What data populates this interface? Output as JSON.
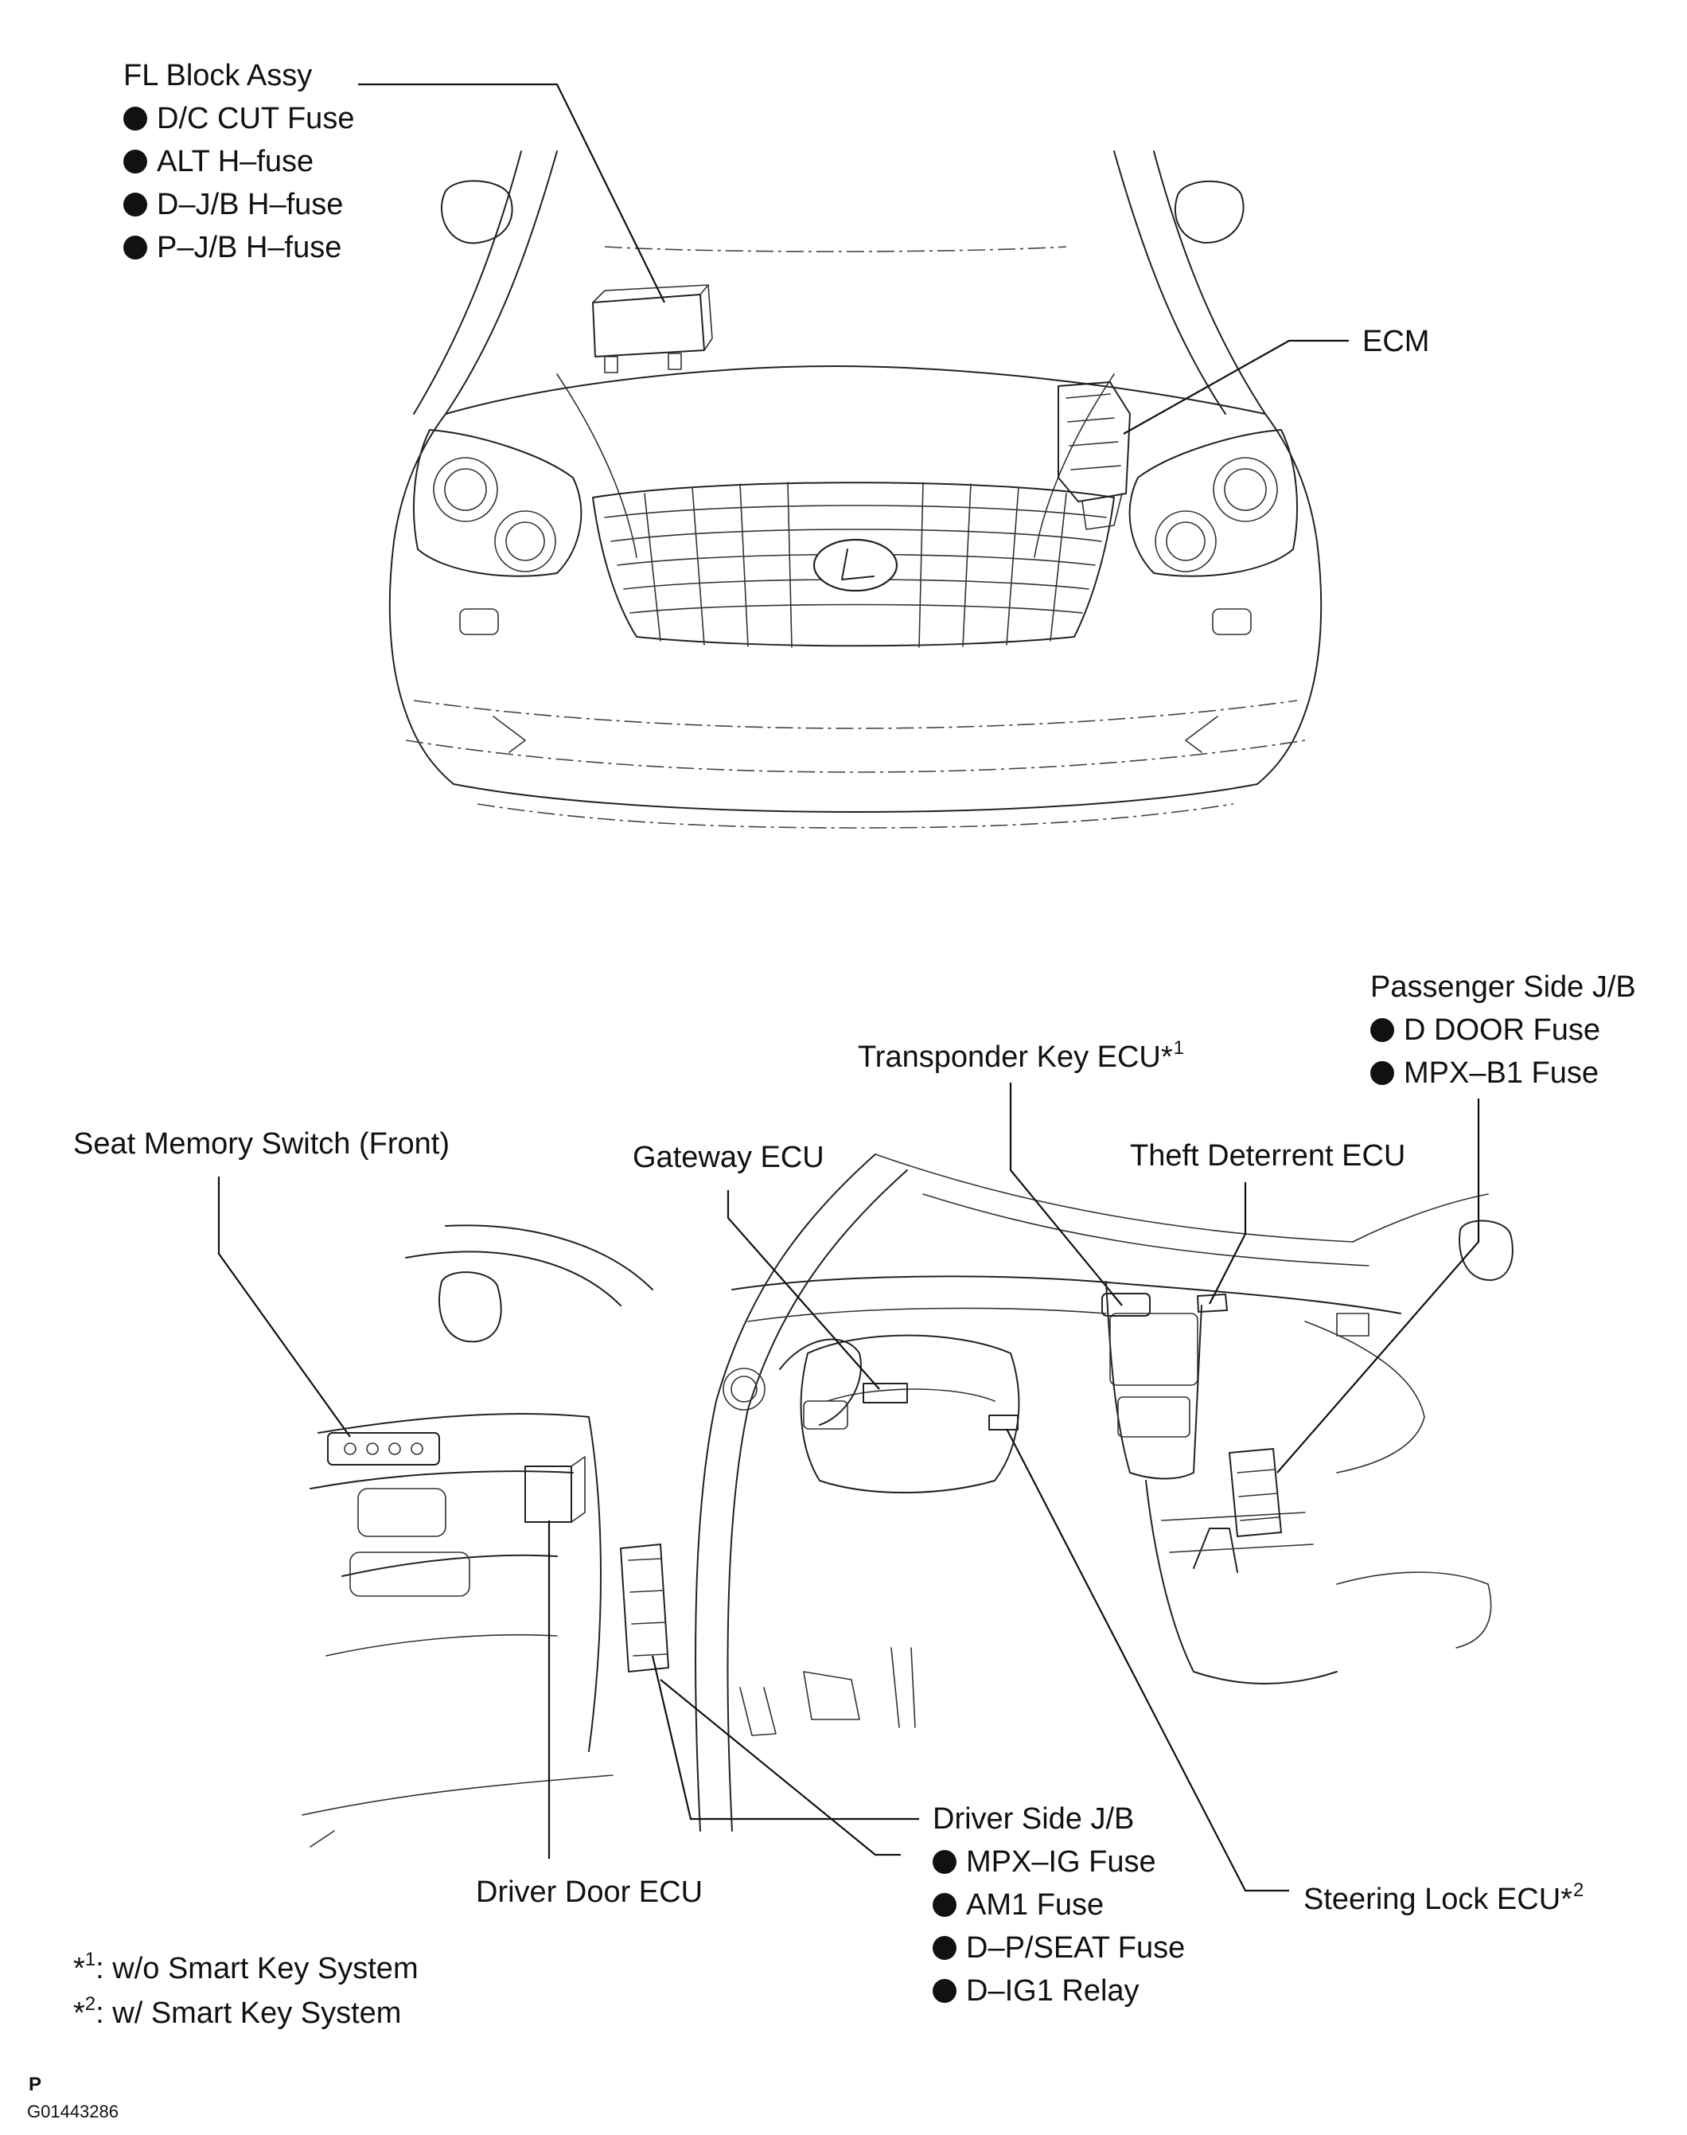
{
  "front_view": {
    "fl_block": {
      "title": "FL Block Assy",
      "items": [
        "D/C CUT Fuse",
        "ALT H–fuse",
        "D–J/B H–fuse",
        "P–J/B H–fuse"
      ]
    },
    "ecm": {
      "label": "ECM"
    }
  },
  "interior_view": {
    "passenger_jb": {
      "title": "Passenger Side J/B",
      "items": [
        "D DOOR Fuse",
        "MPX–B1 Fuse"
      ]
    },
    "transponder": {
      "label": "Transponder Key ECU*",
      "sup": "1"
    },
    "seat_memory": {
      "label": "Seat Memory Switch (Front)"
    },
    "gateway": {
      "label": "Gateway ECU"
    },
    "theft": {
      "label": "Theft Deterrent ECU"
    },
    "driver_jb": {
      "title": "Driver Side J/B",
      "items": [
        "MPX–IG Fuse",
        "AM1 Fuse",
        "D–P/SEAT Fuse",
        "D–IG1 Relay"
      ]
    },
    "steering_lock": {
      "label": "Steering Lock ECU*",
      "sup": "2"
    },
    "driver_door": {
      "label": "Driver Door ECU"
    }
  },
  "notes": [
    {
      "mark": "*",
      "sup": "1",
      "text": ": w/o Smart Key System"
    },
    {
      "mark": "*",
      "sup": "2",
      "text": ": w/ Smart Key System"
    }
  ],
  "footer": {
    "section": "P",
    "figure_code": "G01443286"
  }
}
